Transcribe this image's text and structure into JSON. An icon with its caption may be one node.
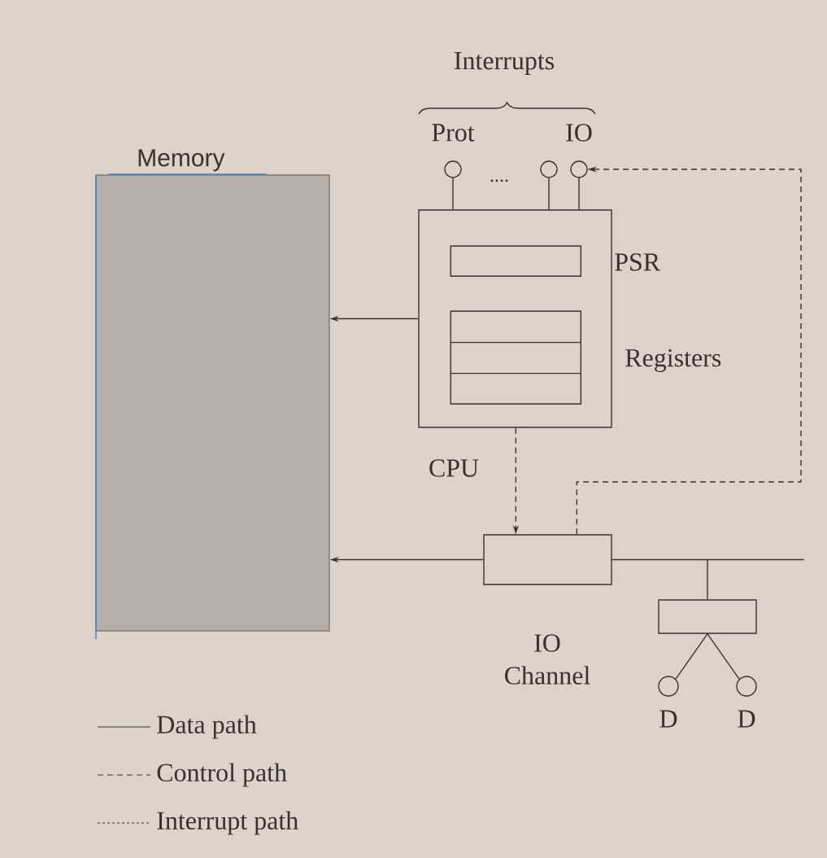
{
  "diagram": {
    "nodes": [
      {
        "text": [
          "Memory"
        ]
      },
      {
        "text": [
          "CPU"
        ]
      },
      {
        "text": [
          "PSR"
        ],
        "in": 1
      },
      {
        "text": [
          "Registers"
        ],
        "in": 1
      },
      {
        "text": [
          "Prot"
        ]
      },
      {
        "text": [],
        "shape": "circle"
      },
      {
        "text": [
          "IO"
        ]
      },
      {
        "text": [
          "IO Channel"
        ]
      },
      {
        "text": [],
        "shape": "box"
      },
      {
        "text": [
          "D"
        ]
      },
      {
        "text": [
          "D"
        ]
      }
    ],
    "edges": [
      {
        "from": 1,
        "to": 0,
        "arrow": "to"
      },
      {
        "from": 7,
        "to": 0,
        "arrow": "to"
      },
      {
        "from": 1,
        "to": 7,
        "arrow": "to",
        "style": "dashed"
      },
      {
        "from": 7,
        "to": 6,
        "arrow": "to",
        "style": "dashed"
      },
      {
        "from": 4,
        "to": 1,
        "arrow": "none"
      },
      {
        "from": 5,
        "to": 1,
        "arrow": "none"
      },
      {
        "from": 6,
        "to": 1,
        "arrow": "none"
      },
      {
        "from": 7,
        "to": null,
        "arrow": "none"
      },
      {
        "from": 7,
        "to": 8,
        "arrow": "none"
      },
      {
        "from": 8,
        "to": 9,
        "arrow": "none"
      },
      {
        "from": 8,
        "to": 10,
        "arrow": "none"
      }
    ],
    "labels": [
      "Interrupts",
      "...."
    ],
    "legend": [
      {
        "text": "Data path"
      },
      {
        "text": "Control path"
      },
      {
        "text": "Interrupt path"
      }
    ]
  }
}
